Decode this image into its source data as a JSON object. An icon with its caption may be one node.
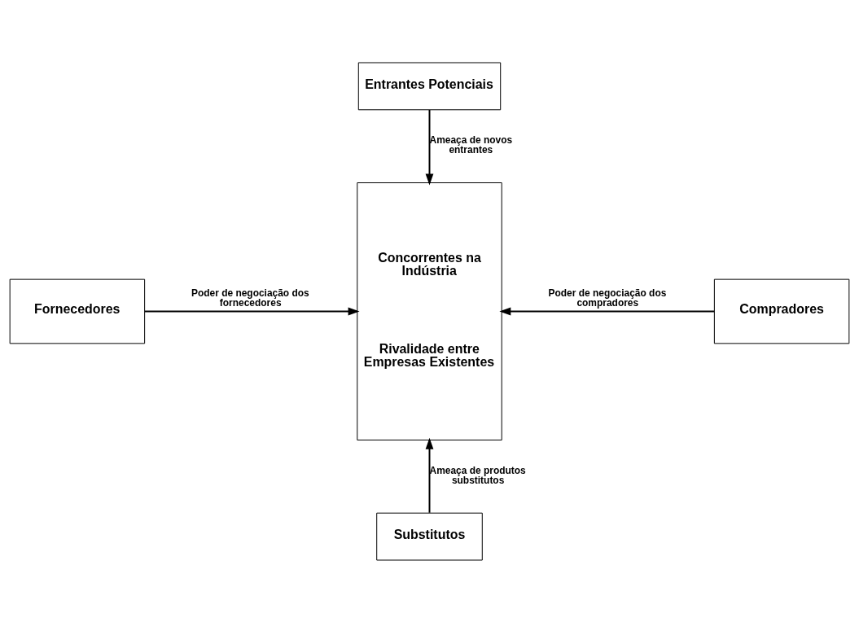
{
  "diagram": {
    "nodes": [
      {
        "text": [
          "Entrantes Potenciais"
        ]
      },
      {
        "text": [
          "Concorrentes na Indústria",
          "Rivalidade entre Empresas Existentes"
        ]
      },
      {
        "text": [
          "Fornecedores"
        ]
      },
      {
        "text": [
          "Compradores"
        ]
      },
      {
        "text": [
          "Substitutos"
        ]
      }
    ],
    "edges": [
      {
        "from": 0,
        "to": 1,
        "arrow": "to",
        "label": "Ameaça de novos entrantes"
      },
      {
        "from": 2,
        "to": 1,
        "arrow": "to",
        "label": "Poder de negociação dos fornecedores"
      },
      {
        "from": 3,
        "to": 1,
        "arrow": "to",
        "label": "Poder de negociação dos compradores"
      },
      {
        "from": 4,
        "to": 1,
        "arrow": "to",
        "label": "Ameaça de produtos substitutos"
      }
    ]
  }
}
